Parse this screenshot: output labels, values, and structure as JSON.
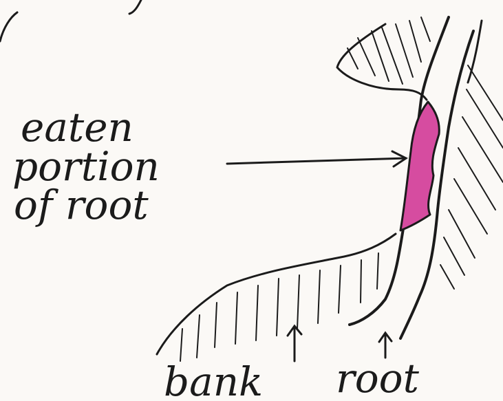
{
  "labels": {
    "eaten_line1": "eaten",
    "eaten_line2": "portion",
    "eaten_line3": "of root",
    "bank": "bank",
    "root": "root"
  },
  "colors": {
    "ink": "#1b1b1b",
    "eaten_fill": "#d64ca0",
    "paper": "#fbf9f6"
  }
}
